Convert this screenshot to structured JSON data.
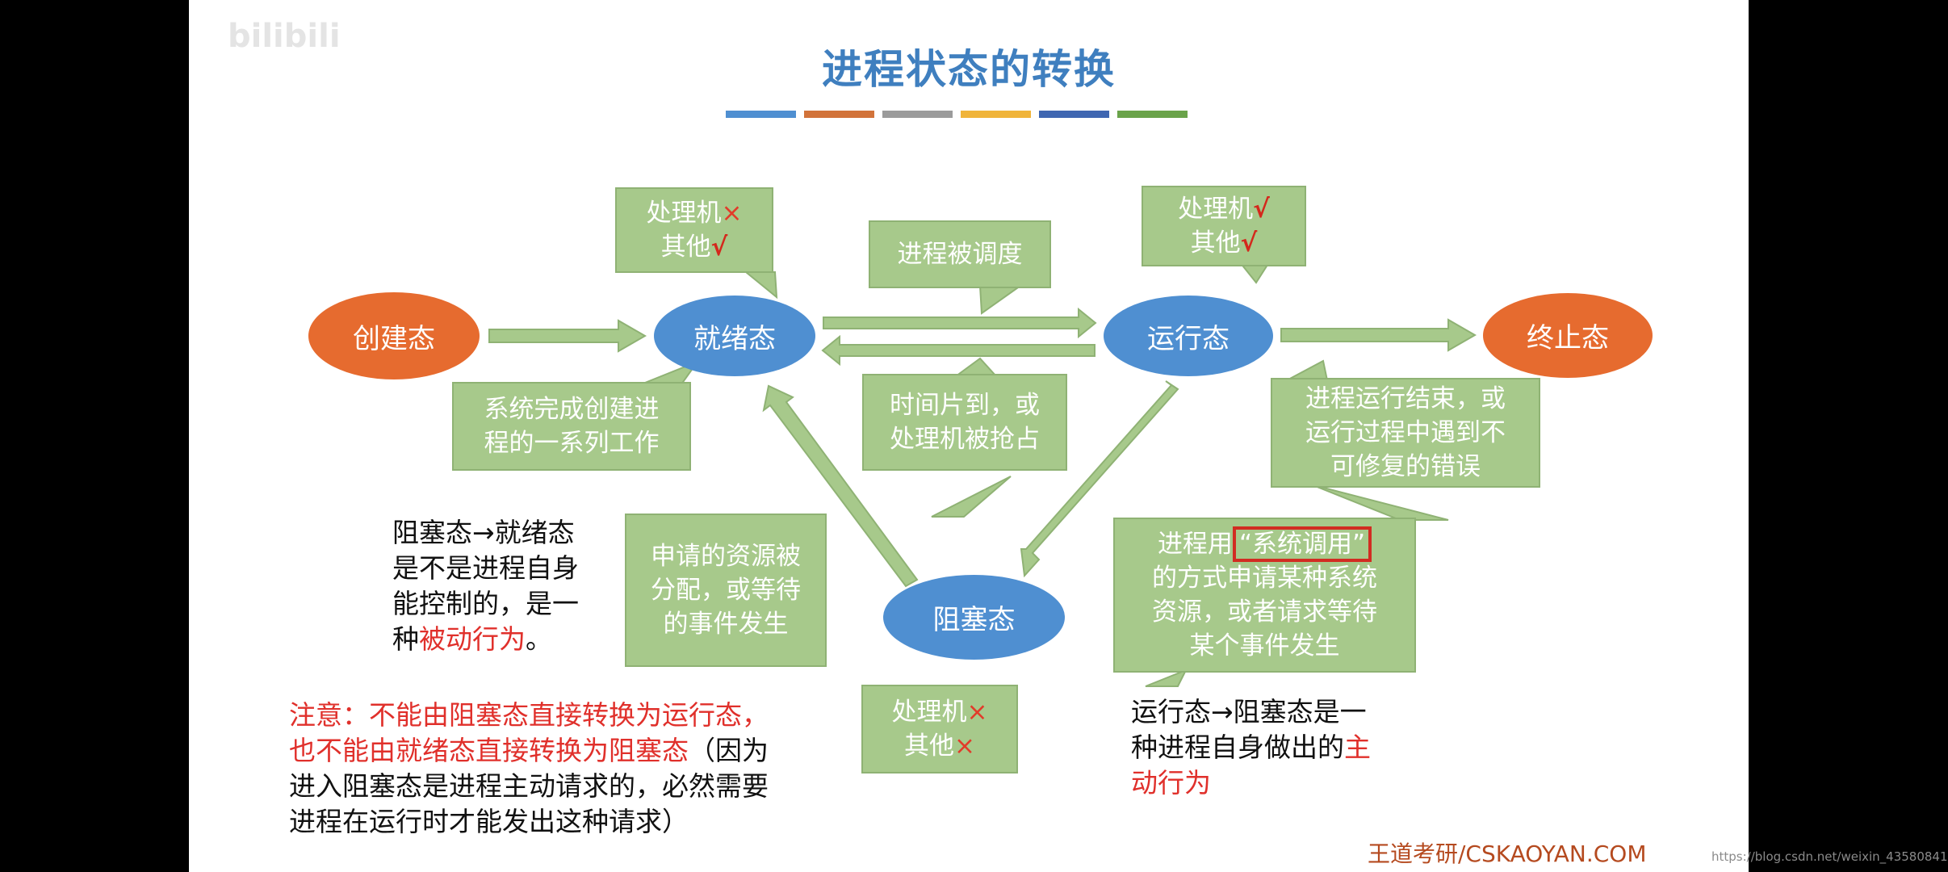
{
  "title": "进程状态的转换",
  "title_bar_colors": [
    "#4f8fd1",
    "#d2733a",
    "#9b9b9b",
    "#f0b43a",
    "#3f66b1",
    "#6aa34a"
  ],
  "watermark": "bilibili",
  "states": {
    "create": "创建态",
    "ready": "就绪态",
    "running": "运行态",
    "terminated": "终止态",
    "blocked": "阻塞态"
  },
  "notes": {
    "ready_resources": {
      "line1": "处理机",
      "mark1": "×",
      "line2": "其他",
      "mark2": "√"
    },
    "running_resources": {
      "line1": "处理机",
      "mark1": "√",
      "line2": "其他",
      "mark2": "√"
    },
    "blocked_resources": {
      "line1": "处理机",
      "mark1": "×",
      "line2": "其他",
      "mark2": "×"
    },
    "scheduled": "进程被调度",
    "created_ready": {
      "line1": "系统完成创建进",
      "line2": "程的一系列工作"
    },
    "timeslice": {
      "line1": "时间片到，或",
      "line2": "处理机被抢占"
    },
    "terminate": {
      "line1": "进程运行结束，或",
      "line2": "运行过程中遇到不",
      "line3": "可修复的错误"
    },
    "resource_assigned": {
      "line1": "申请的资源被",
      "line2": "分配，或等待",
      "line3": "的事件发生"
    },
    "syscall": {
      "pre": "进程用",
      "hl": "“系统调用”",
      "line2": "的方式申请某种系统",
      "line3": "资源，或者请求等待",
      "line4": "某个事件发生"
    }
  },
  "texts": {
    "block_to_ready": {
      "line1": "阻塞态→就绪态",
      "line2": "是不是进程自身",
      "line3": "能控制的，是一",
      "line4_pre": "种",
      "line4_red": "被动行为",
      "line4_post": "。"
    },
    "run_to_block": {
      "line1": "运行态→阻塞态是一",
      "line2_pre": "种进程自身做出的",
      "line2_red": "主",
      "line3_red": "动行为"
    },
    "attention": {
      "line1": "注意：不能由阻塞态直接转换为运行态，",
      "line2_red": "也不能由就绪态直接转换为阻塞态",
      "line2_black": "（因为",
      "line3": "进入阻塞态是进程主动请求的，必然需要",
      "line4": "进程在运行时才能发出这种请求）"
    }
  },
  "footer": "王道考研/CSKAOYAN.COM",
  "url": "https://blog.csdn.net/weixin_43580841"
}
